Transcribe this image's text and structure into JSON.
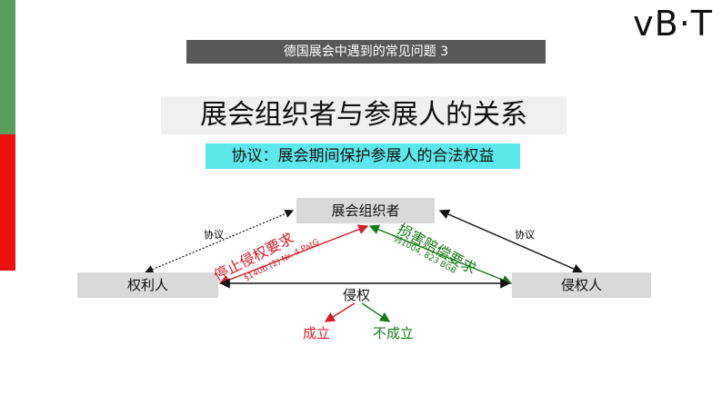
{
  "logo": {
    "text": "vB·T"
  },
  "colors": {
    "green_bar": "#5a9e5e",
    "red_bar": "#ee1111",
    "red_text": "#d81b2b",
    "green_text": "#1a7a1a"
  },
  "topic": "德国展会中遇到的常见问题 3",
  "title": "展会组织者与参展人的关系",
  "subtitle": "协议：展会期间保护参展人的合法权益",
  "diagram": {
    "organizer": "展会组织者",
    "rights_holder": "权利人",
    "infringer": "侵权人",
    "agreement_left": "协议",
    "agreement_right": "协议",
    "stop_claim": "停止侵权要求",
    "stop_claim_law": "§140b (2) Nr. 4 PatG",
    "damage_claim": "损害赔偿要求",
    "damage_claim_law": "§§1004, 823 BGB",
    "infringement": "侵权",
    "established": "成立",
    "not_established": "不成立"
  }
}
